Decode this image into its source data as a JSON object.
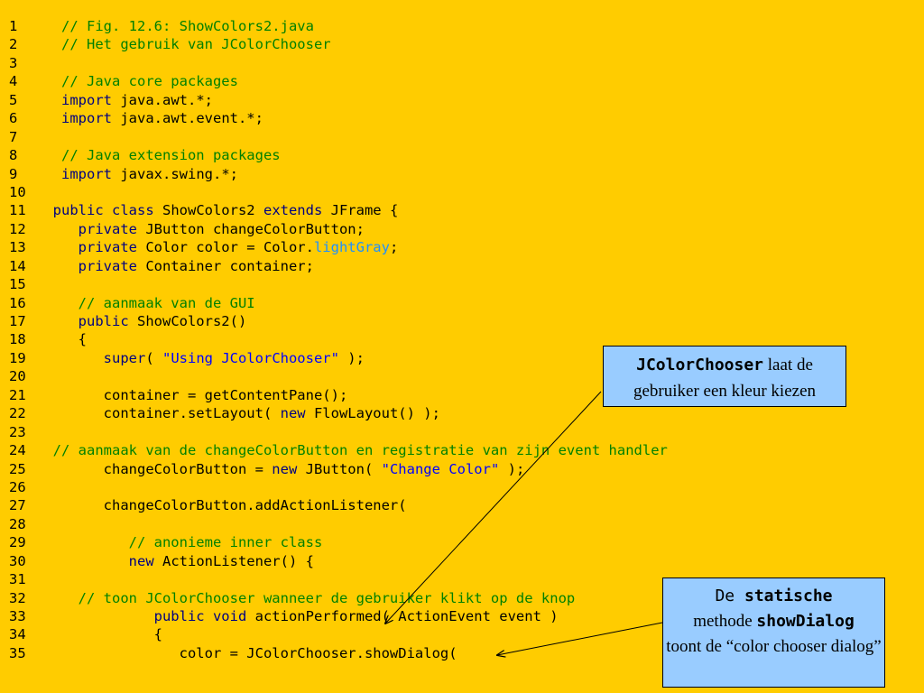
{
  "code_lines": [
    {
      "n": "1",
      "segments": [
        {
          "t": "   // Fig. 12.6: ShowColors2.java",
          "c": "cm"
        }
      ]
    },
    {
      "n": "2",
      "segments": [
        {
          "t": "   // Het gebruik van JColorChooser",
          "c": "cm"
        }
      ]
    },
    {
      "n": "3",
      "segments": []
    },
    {
      "n": "4",
      "segments": [
        {
          "t": "   // Java core packages",
          "c": "cm"
        }
      ]
    },
    {
      "n": "5",
      "segments": [
        {
          "t": "   import",
          "c": "kw"
        },
        {
          "t": " java.awt.*;",
          "c": ""
        }
      ]
    },
    {
      "n": "6",
      "segments": [
        {
          "t": "   import",
          "c": "kw"
        },
        {
          "t": " java.awt.event.*;",
          "c": ""
        }
      ]
    },
    {
      "n": "7",
      "segments": []
    },
    {
      "n": "8",
      "segments": [
        {
          "t": "   // Java extension packages",
          "c": "cm"
        }
      ]
    },
    {
      "n": "9",
      "segments": [
        {
          "t": "   import",
          "c": "kw"
        },
        {
          "t": " javax.swing.*;",
          "c": ""
        }
      ]
    },
    {
      "n": "10",
      "segments": []
    },
    {
      "n": "11",
      "segments": [
        {
          "t": "  public class",
          "c": "kw"
        },
        {
          "t": " ShowColors2 ",
          "c": ""
        },
        {
          "t": "extends",
          "c": "kw"
        },
        {
          "t": " JFrame {",
          "c": ""
        }
      ]
    },
    {
      "n": "12",
      "segments": [
        {
          "t": "     private",
          "c": "kw"
        },
        {
          "t": " JButton changeColorButton;",
          "c": ""
        }
      ]
    },
    {
      "n": "13",
      "segments": [
        {
          "t": "     private",
          "c": "kw"
        },
        {
          "t": " Color color = Color.",
          "c": ""
        },
        {
          "t": "lightGray",
          "c": "fld"
        },
        {
          "t": ";",
          "c": ""
        }
      ]
    },
    {
      "n": "14",
      "segments": [
        {
          "t": "     private",
          "c": "kw"
        },
        {
          "t": " Container container;",
          "c": ""
        }
      ]
    },
    {
      "n": "15",
      "segments": []
    },
    {
      "n": "16",
      "segments": [
        {
          "t": "     // aanmaak van de GUI",
          "c": "cm"
        }
      ]
    },
    {
      "n": "17",
      "segments": [
        {
          "t": "     public",
          "c": "kw"
        },
        {
          "t": " ShowColors2()",
          "c": ""
        }
      ]
    },
    {
      "n": "18",
      "segments": [
        {
          "t": "     {",
          "c": ""
        }
      ]
    },
    {
      "n": "19",
      "segments": [
        {
          "t": "        super",
          "c": "kw"
        },
        {
          "t": "( ",
          "c": ""
        },
        {
          "t": "\"Using JColorChooser\"",
          "c": "str"
        },
        {
          "t": " );",
          "c": ""
        }
      ]
    },
    {
      "n": "20",
      "segments": []
    },
    {
      "n": "21",
      "segments": [
        {
          "t": "        container = getContentPane();",
          "c": ""
        }
      ]
    },
    {
      "n": "22",
      "segments": [
        {
          "t": "        container.setLayout( ",
          "c": ""
        },
        {
          "t": "new",
          "c": "kw"
        },
        {
          "t": " FlowLayout() );",
          "c": ""
        }
      ]
    },
    {
      "n": "23",
      "segments": []
    },
    {
      "n": "24",
      "segments": [
        {
          "t": "  // aanmaak van de changeColorButton en registratie van zijn event handler",
          "c": "cm"
        }
      ]
    },
    {
      "n": "25",
      "segments": [
        {
          "t": "        changeColorButton = ",
          "c": ""
        },
        {
          "t": "new",
          "c": "kw"
        },
        {
          "t": " JButton( ",
          "c": ""
        },
        {
          "t": "\"Change Color\"",
          "c": "str"
        },
        {
          "t": " );",
          "c": ""
        }
      ]
    },
    {
      "n": "26",
      "segments": []
    },
    {
      "n": "27",
      "segments": [
        {
          "t": "        changeColorButton.addActionListener(",
          "c": ""
        }
      ]
    },
    {
      "n": "28",
      "segments": []
    },
    {
      "n": "29",
      "segments": [
        {
          "t": "           // anonieme inner class",
          "c": "cm"
        }
      ]
    },
    {
      "n": "30",
      "segments": [
        {
          "t": "           new",
          "c": "kw"
        },
        {
          "t": " ActionListener() {",
          "c": ""
        }
      ]
    },
    {
      "n": "31",
      "segments": []
    },
    {
      "n": "32",
      "segments": [
        {
          "t": "     // toon JColorChooser wanneer de gebruiker klikt op de knop",
          "c": "cm"
        }
      ]
    },
    {
      "n": "33",
      "segments": [
        {
          "t": "              public void",
          "c": "kw"
        },
        {
          "t": " actionPerformed( ActionEvent event )",
          "c": ""
        }
      ]
    },
    {
      "n": "34",
      "segments": [
        {
          "t": "              {",
          "c": ""
        }
      ]
    },
    {
      "n": "35",
      "segments": [
        {
          "t": "                 color = JColorChooser.showDialog(",
          "c": ""
        }
      ]
    }
  ],
  "callout_1": {
    "bold_mono": "JColorChooser",
    "text_after": " laat de gebruiker een kleur kiezen"
  },
  "callout_2": {
    "prefix_mono": "De ",
    "bold_mono_1": "statische",
    "mid_text": "methode ",
    "bold_mono_2": "showDialog",
    "tail_text": "toont de “color chooser dialog”"
  },
  "colors": {
    "background": "#FFCC00",
    "keyword": "#000080",
    "comment": "#008000",
    "string": "#0000FF",
    "field": "#1E90FF",
    "callout_bg": "#99CCFF"
  }
}
